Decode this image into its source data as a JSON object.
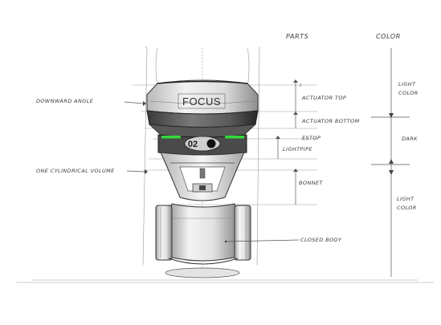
{
  "product": {
    "logo_text": "FOCUS",
    "dial_label": "02",
    "accent_color": "#33d93b"
  },
  "headers": {
    "parts": "PARTS",
    "color": "COLOR"
  },
  "left_labels": [
    {
      "id": "downward-angle",
      "text": "DOWNWARD ANGLE"
    },
    {
      "id": "one-cylindrical-volume",
      "text": "ONE CYLINDRICAL VOLUME"
    }
  ],
  "parts": [
    {
      "id": "actuator-top",
      "text": "ACTUATOR TOP"
    },
    {
      "id": "actuator-bottom",
      "text": "ACTUATOR BOTTOM"
    },
    {
      "id": "e-stop",
      "text": "ESTOP"
    },
    {
      "id": "lightpipe",
      "text": "LIGHTPIPE"
    },
    {
      "id": "bonnet",
      "text": "BONNET"
    },
    {
      "id": "closed-body",
      "text": "CLOSED BODY"
    }
  ],
  "colors": [
    {
      "id": "light-color-top",
      "lines": [
        "LIGHT",
        "COLOR"
      ]
    },
    {
      "id": "dark",
      "lines": [
        "DARK"
      ]
    },
    {
      "id": "light-color-bottom",
      "lines": [
        "LIGHT",
        "COLOR"
      ]
    }
  ]
}
